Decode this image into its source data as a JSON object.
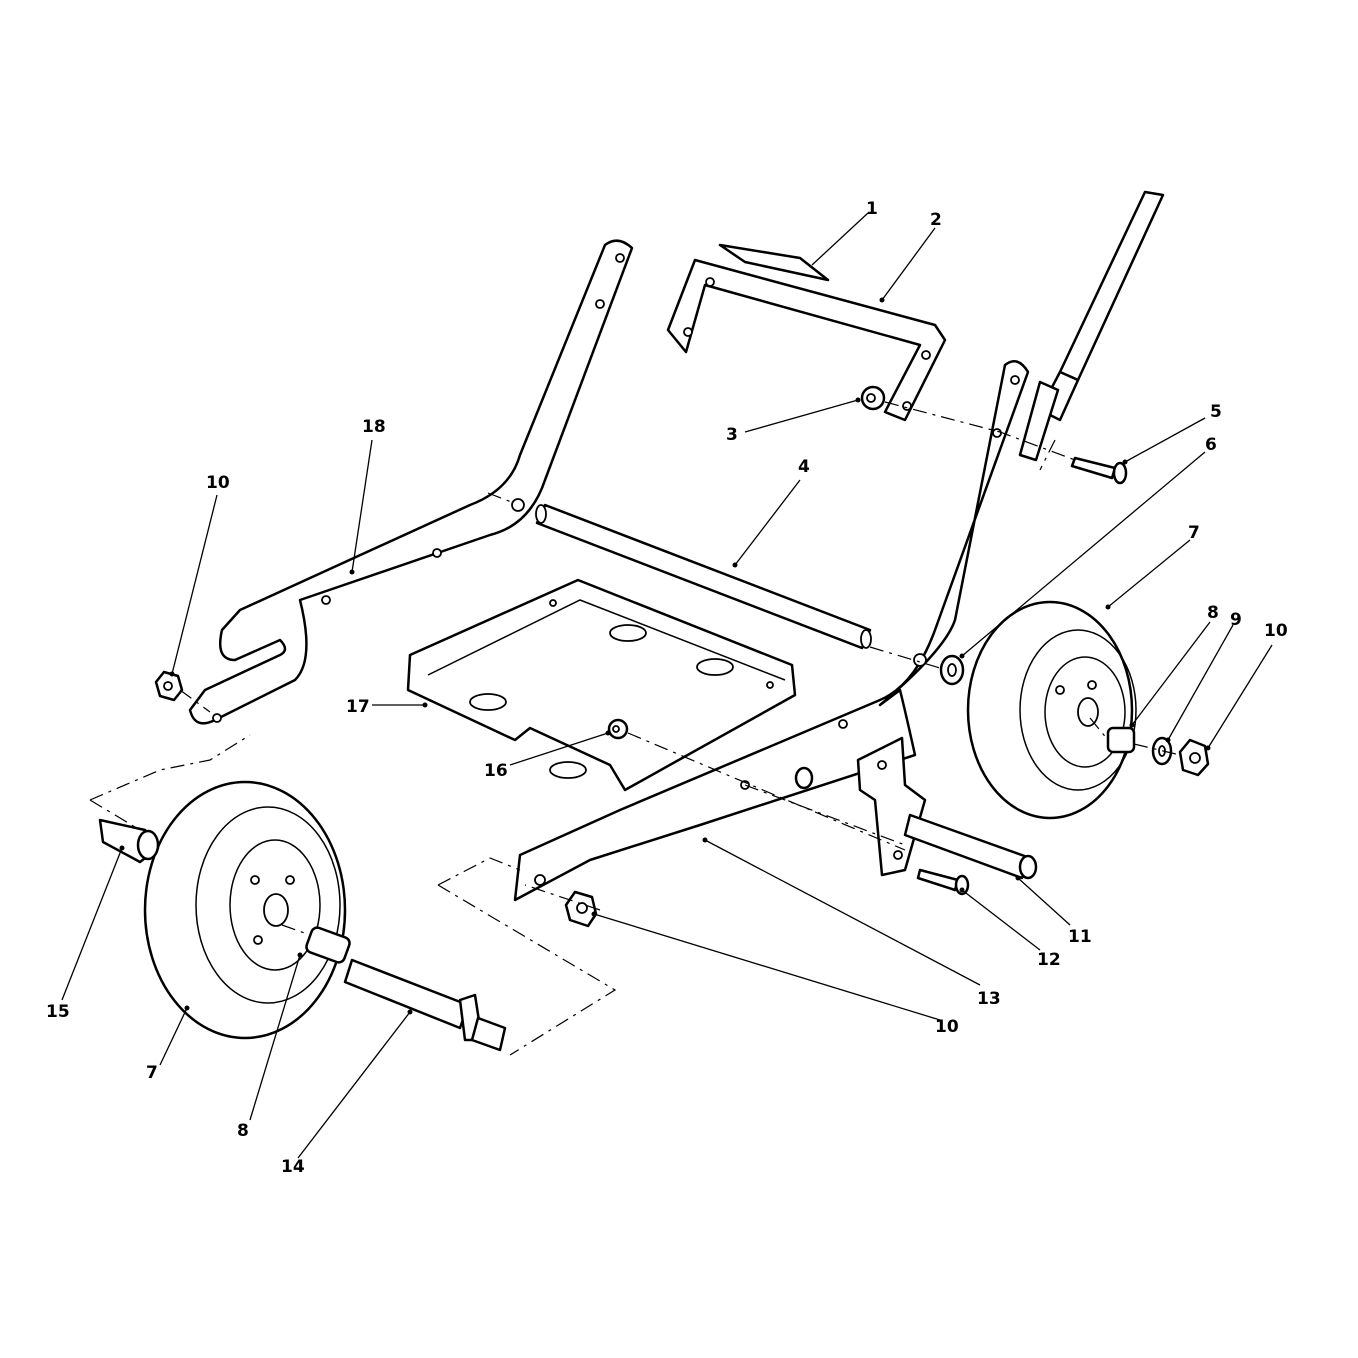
{
  "callouts": [
    {
      "id": "c1",
      "label": "1"
    },
    {
      "id": "c2",
      "label": "2"
    },
    {
      "id": "c3",
      "label": "3"
    },
    {
      "id": "c4",
      "label": "4"
    },
    {
      "id": "c5",
      "label": "5"
    },
    {
      "id": "c6",
      "label": "6"
    },
    {
      "id": "c7a",
      "label": "7"
    },
    {
      "id": "c7b",
      "label": "7"
    },
    {
      "id": "c8a",
      "label": "8"
    },
    {
      "id": "c8b",
      "label": "8"
    },
    {
      "id": "c9",
      "label": "9"
    },
    {
      "id": "c10a",
      "label": "10"
    },
    {
      "id": "c10b",
      "label": "10"
    },
    {
      "id": "c10c",
      "label": "10"
    },
    {
      "id": "c11",
      "label": "11"
    },
    {
      "id": "c12",
      "label": "12"
    },
    {
      "id": "c13",
      "label": "13"
    },
    {
      "id": "c14",
      "label": "14"
    },
    {
      "id": "c15",
      "label": "15"
    },
    {
      "id": "c16",
      "label": "16"
    },
    {
      "id": "c17",
      "label": "17"
    },
    {
      "id": "c18",
      "label": "18"
    }
  ]
}
